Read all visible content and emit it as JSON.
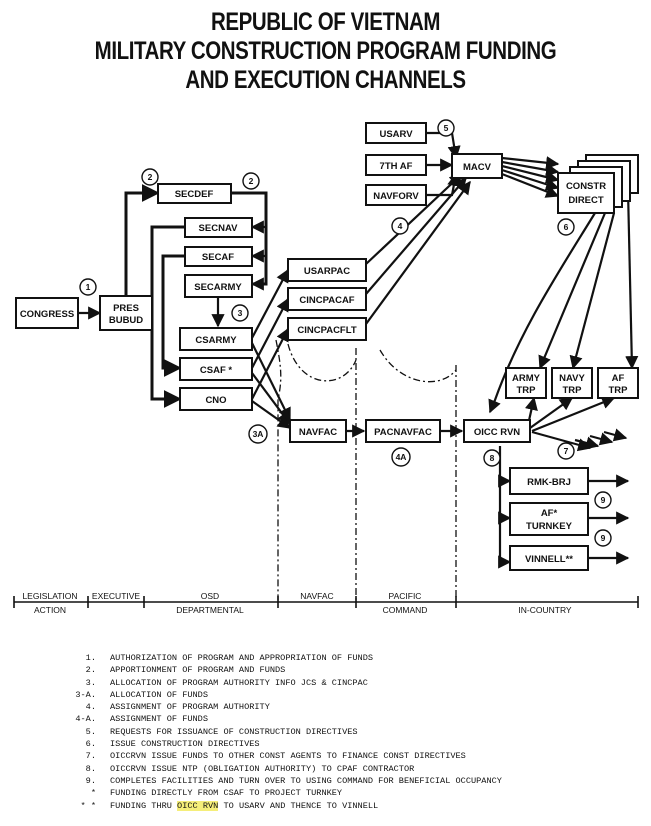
{
  "title": {
    "line1": "REPUBLIC OF VIETNAM",
    "line2": "MILITARY CONSTRUCTION PROGRAM FUNDING",
    "line3": "AND EXECUTION CHANNELS"
  },
  "boxes": {
    "congress": "CONGRESS",
    "pres_line1": "PRES",
    "pres_line2": "BUBUD",
    "secdef": "SECDEF",
    "secnav": "SECNAV",
    "secaf": "SECAF",
    "secarmy": "SECARMY",
    "csarmy": "CSARMY",
    "csaf": "CSAF *",
    "cno": "CNO",
    "usarpac": "USARPAC",
    "cincpacaf": "CINCPACAF",
    "cincpacflt": "CINCPACFLT",
    "usarv": "USARV",
    "seventh_af": "7TH AF",
    "navforv": "NAVFORV",
    "macv": "MACV",
    "constr_line1": "CONSTR",
    "constr_line2": "DIRECT",
    "navfac": "NAVFAC",
    "pacnavfac": "PACNAVFAC",
    "oicc_rvn": "OICC RVN",
    "army_trp_line1": "ARMY",
    "army_trp_line2": "TRP",
    "navy_trp_line1": "NAVY",
    "navy_trp_line2": "TRP",
    "af_trp_line1": "AF",
    "af_trp_line2": "TRP",
    "rmk_brj": "RMK-BRJ",
    "af_turnkey_line1": "AF*",
    "af_turnkey_line2": "TURNKEY",
    "vinnell": "VINNELL**"
  },
  "markers": {
    "m1": "1",
    "m2a": "2",
    "m2b": "2",
    "m3": "3",
    "m3a": "3A",
    "m4": "4",
    "m4a": "4A",
    "m5": "5",
    "m6": "6",
    "m7": "7",
    "m8": "8",
    "m9a": "9",
    "m9b": "9"
  },
  "phases": {
    "legislation_top": "LEGISLATION",
    "legislation_bottom": "ACTION",
    "executive": "EXECUTIVE",
    "osd_top": "OSD",
    "osd_bottom": "DEPARTMENTAL",
    "navfac": "NAVFAC",
    "pacific_top": "PACIFIC",
    "pacific_bottom": "COMMAND",
    "in_country": "IN-COUNTRY"
  },
  "legend": [
    {
      "key": "1.",
      "text": "AUTHORIZATION OF PROGRAM AND APPROPRIATION OF FUNDS"
    },
    {
      "key": "2.",
      "text": "APPORTIONMENT OF PROGRAM AND FUNDS"
    },
    {
      "key": "3.",
      "text": "ALLOCATION OF PROGRAM AUTHORITY INFO JCS & CINCPAC"
    },
    {
      "key": "3-A.",
      "text": "ALLOCATION OF FUNDS"
    },
    {
      "key": "4.",
      "text": "ASSIGNMENT OF PROGRAM AUTHORITY"
    },
    {
      "key": "4-A.",
      "text": "ASSIGNMENT OF FUNDS"
    },
    {
      "key": "5.",
      "text": "REQUESTS FOR ISSUANCE OF CONSTRUCTION DIRECTIVES"
    },
    {
      "key": "6.",
      "text": "ISSUE CONSTRUCTION DIRECTIVES"
    },
    {
      "key": "7.",
      "text": "OICCRVN ISSUE FUNDS TO OTHER CONST AGENTS TO FINANCE CONST DIRECTIVES"
    },
    {
      "key": "8.",
      "text": "OICCRVN ISSUE NTP (OBLIGATION AUTHORITY) TO CPAF CONTRACTOR"
    },
    {
      "key": "9.",
      "text": "COMPLETES FACILITIES AND TURN OVER TO USING COMMAND FOR BENEFICIAL OCCUPANCY"
    },
    {
      "key": "*",
      "text": "FUNDING DIRECTLY FROM CSAF TO PROJECT TURNKEY"
    }
  ],
  "legend_last": {
    "key": "* *",
    "before": "FUNDING THRU ",
    "highlight": "OICC RVN",
    "after": " TO USARV AND THENCE TO VINNELL"
  }
}
